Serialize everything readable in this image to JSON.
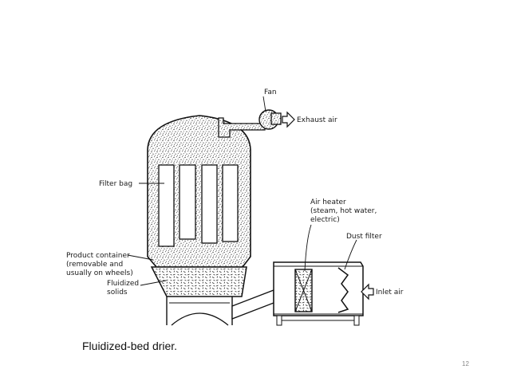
{
  "diagram": {
    "labels": {
      "fan": "Fan",
      "exhaust_air": "Exhaust air",
      "filter_bag": "Filter bag",
      "air_heater": "Air heater",
      "air_heater_detail_1": "(steam, hot water,",
      "air_heater_detail_2": "electric)",
      "dust_filter": "Dust filter",
      "product_container_1": "Product container",
      "product_container_2": "(removable and",
      "product_container_3": "usually on wheels)",
      "fluidized_1": "Fluidized",
      "fluidized_2": "solids",
      "inlet_air": "Inlet air"
    }
  },
  "caption": "Fluidized-bed drier.",
  "page_number": "12"
}
